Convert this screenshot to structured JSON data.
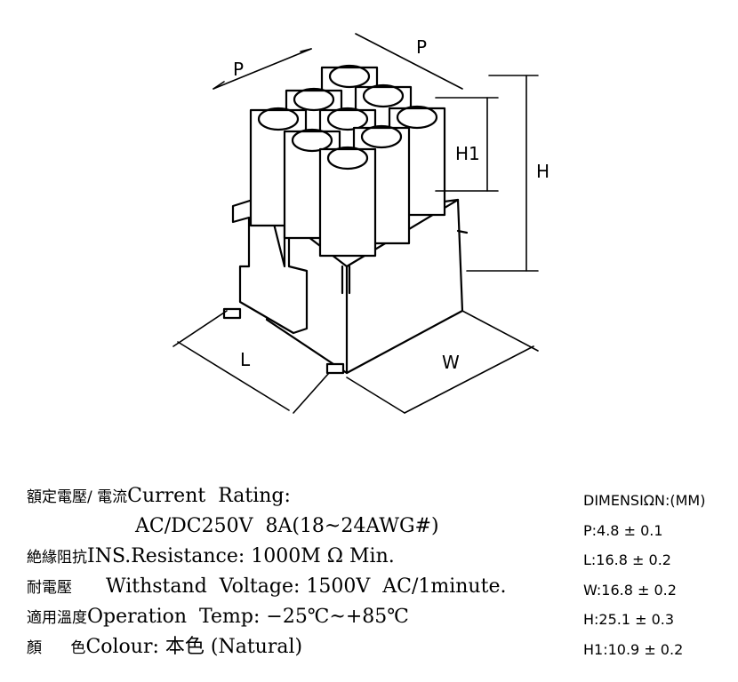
{
  "diagram": {
    "labels": {
      "pitch_left": "P",
      "pitch_right": "P",
      "h1": "H1",
      "h": "H",
      "l": "L",
      "w": "W"
    }
  },
  "specs": {
    "rating": {
      "cjk": "額定電壓/ 電流",
      "en": "Current  Rating:"
    },
    "rating_value": {
      "en": "AC/DC250V  8A(18~24AWG#)"
    },
    "insulation": {
      "cjk": "絶緣阻抗",
      "en": "INS.Resistance: 1000M Ω Min."
    },
    "withstand": {
      "cjk": "耐電壓",
      "en": "Withstand  Voltage: 1500V  AC/1minute."
    },
    "operation": {
      "cjk": "適用溫度",
      "en": "Operation  Temp: −25℃~+85℃"
    },
    "colour": {
      "cjk": "顏      色",
      "en": "Colour: 本色 (Natural)"
    }
  },
  "dimensions": {
    "header": "DIMENSIΩN:(MM)",
    "p": "P:4.8 ± 0.1",
    "l": "L:16.8 ± 0.2",
    "w": "W:16.8 ± 0.2",
    "h": "H:25.1 ± 0.3",
    "h1": "H1:10.9 ± 0.2"
  }
}
